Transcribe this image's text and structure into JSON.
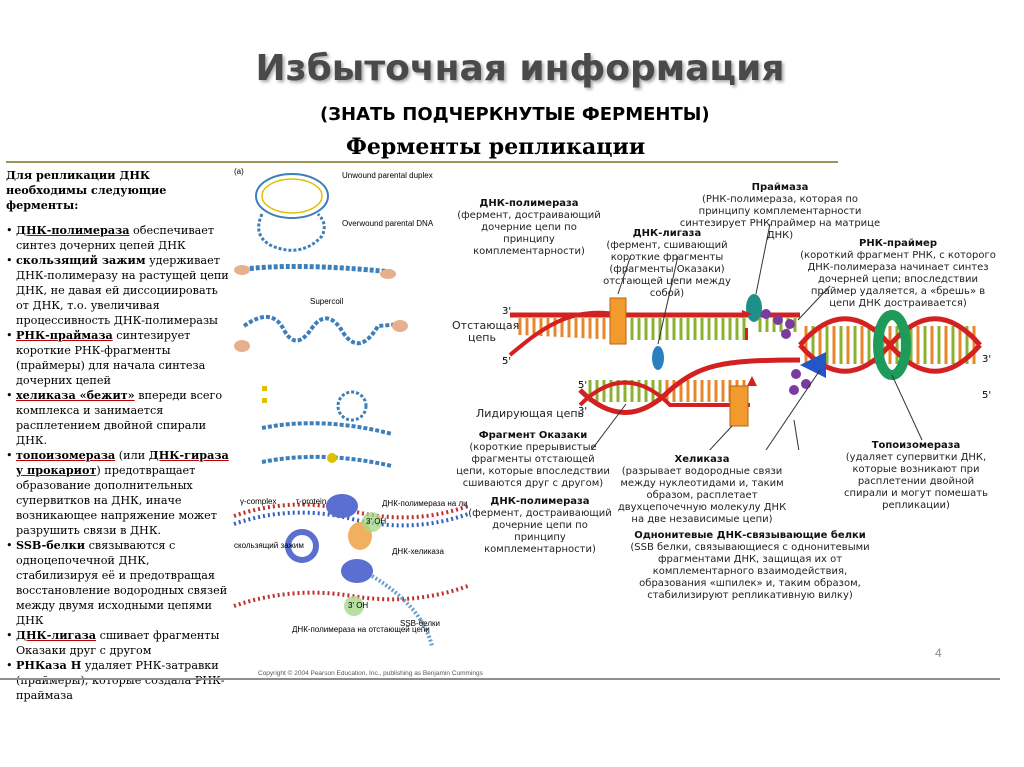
{
  "slide": {
    "title": "Избыточная информация",
    "subtitle": "(ЗНАТЬ ПОДЧЕРКНУТЫЕ ФЕРМЕНТЫ)",
    "frame_title": "Ферменты репликации",
    "page_number": "4"
  },
  "left_text": {
    "intro": "Для репликации ДНК необходимы следующие ферменты:",
    "items": [
      {
        "term": "ДНК-полимераза",
        "rest": " обеспечивает синтез дочерних цепей ДНК"
      },
      {
        "term": "скользящий зажим",
        "rest": " удерживает ДНК-полимеразу на растущей цепи ДНК, не давая ей диссоциировать от ДНК, т.о. увеличивая процессивность ДНК-полимеразы"
      },
      {
        "term": "РНК-праймаза",
        "rest": " синтезирует короткие РНК-фрагменты (праймеры) для начала синтеза дочерних цепей"
      },
      {
        "term": "хеликаза «бежит»",
        "rest": " впереди всего комплекса и занимается расплетением двойной спирали ДНК."
      },
      {
        "term": "топоизомераза",
        "mid": " (или ",
        "term2": "ДНК-гираза у прокариот",
        "rest": ") предотвращает образование дополнительных супервитков на ДНК, иначе возникающее напряжение может разрушить связи в ДНК."
      },
      {
        "term": "SSB-белки",
        "rest": " связываются с одноцепочечной ДНК, стабилизируя её и предотвращая восстановление водородных связей между двумя исходными цепями ДНК"
      },
      {
        "term": "ДНК-лигаза",
        "rest": " сшивает фрагменты Оказаки друг с другом"
      },
      {
        "term": "РНКаза H",
        "rest": " удаляет РНК-затравки (праймеры), которые создала РНК-праймаза"
      }
    ]
  },
  "figure": {
    "panel_a": "(a)",
    "unwound": "Unwound parental duplex",
    "overwound": "Overwound parental DNA",
    "supercoil": "Supercoil",
    "gamma_complex": "γ-complex",
    "tau_protein": "τ-protein",
    "clamp": "скользящий зажим",
    "pol_leading": "ДНК-полимераза на лидирующей цепи",
    "helicase": "ДНК-хеликаза",
    "pol_lagging": "ДНК-полимераза на отстающей цепи",
    "ssb": "SSB-белки",
    "oh": "3' OH",
    "copyright": "Copyright © 2004 Pearson Education, Inc., publishing as Benjamin Cummings"
  },
  "diagram": {
    "ann_pol_top_h": "ДНК-полимераза",
    "ann_pol_top": "(фермент, достраивающий дочерние цепи по принципу комплементарности)",
    "ann_ligase_h": "ДНК-лигаза",
    "ann_ligase": "(фермент, сшивающий короткие фрагменты (фрагменты Оказаки) отстающей цепи между собой)",
    "ann_primase_h": "Праймаза",
    "ann_primase": "(РНК-полимераза, которая по принципу комплементарности синтезирует РНКпраймер на матрице ДНК)",
    "ann_primer_h": "РНК-праймер",
    "ann_primer": "(короткий фрагмент РНК, с которого ДНК-полимераза начинает синтез дочерней цепи; впоследствии праймер удаляется, а «брешь» в цепи ДНК достраивается)",
    "lagging": "Отстающая цепь",
    "leading": "Лидирующая цепь",
    "ann_okazaki_h": "Фрагмент Оказаки",
    "ann_okazaki": "(короткие прерывистые фрагменты отстающей цепи, которые впоследствии сшиваются друг с другом)",
    "ann_helicase_h": "Хеликаза",
    "ann_helicase": "(разрывает водородные связи между нуклеотидами и, таким образом, расплетает двухцепочечную молекулу ДНК на две независимые цепи)",
    "ann_topo_h": "Топоизомераза",
    "ann_topo": "(удаляет супервитки ДНК, которые возникают при расплетении двойной спирали и могут помешать репликации)",
    "ann_pol_bot_h": "ДНК-полимераза",
    "ann_pol_bot": "(фермент, достраивающий дочерние цепи по принципу комплементарности)",
    "ann_ssb_h": "Однонитевые ДНК-связывающие белки",
    "ann_ssb": "(SSB белки, связывающиеся с однонитевыми фрагментами ДНК, защищая их от комплементарного взаимодействия, образования «шпилек» и, таким образом, стабилизируют репликативную вилку)",
    "end3": "3'",
    "end5": "5'"
  },
  "colors": {
    "strand_red": "#d32020",
    "rungs_green": "#8bb22f",
    "rungs_orange": "#e8862a",
    "polymerase": "#f29a2e",
    "ligase": "#2a7fc0",
    "primase": "#1f8f8a",
    "ssb": "#7a3aa0",
    "helicase": "#2456c8",
    "topoisomerase": "#1e9a5a",
    "underline": "#c00000"
  }
}
